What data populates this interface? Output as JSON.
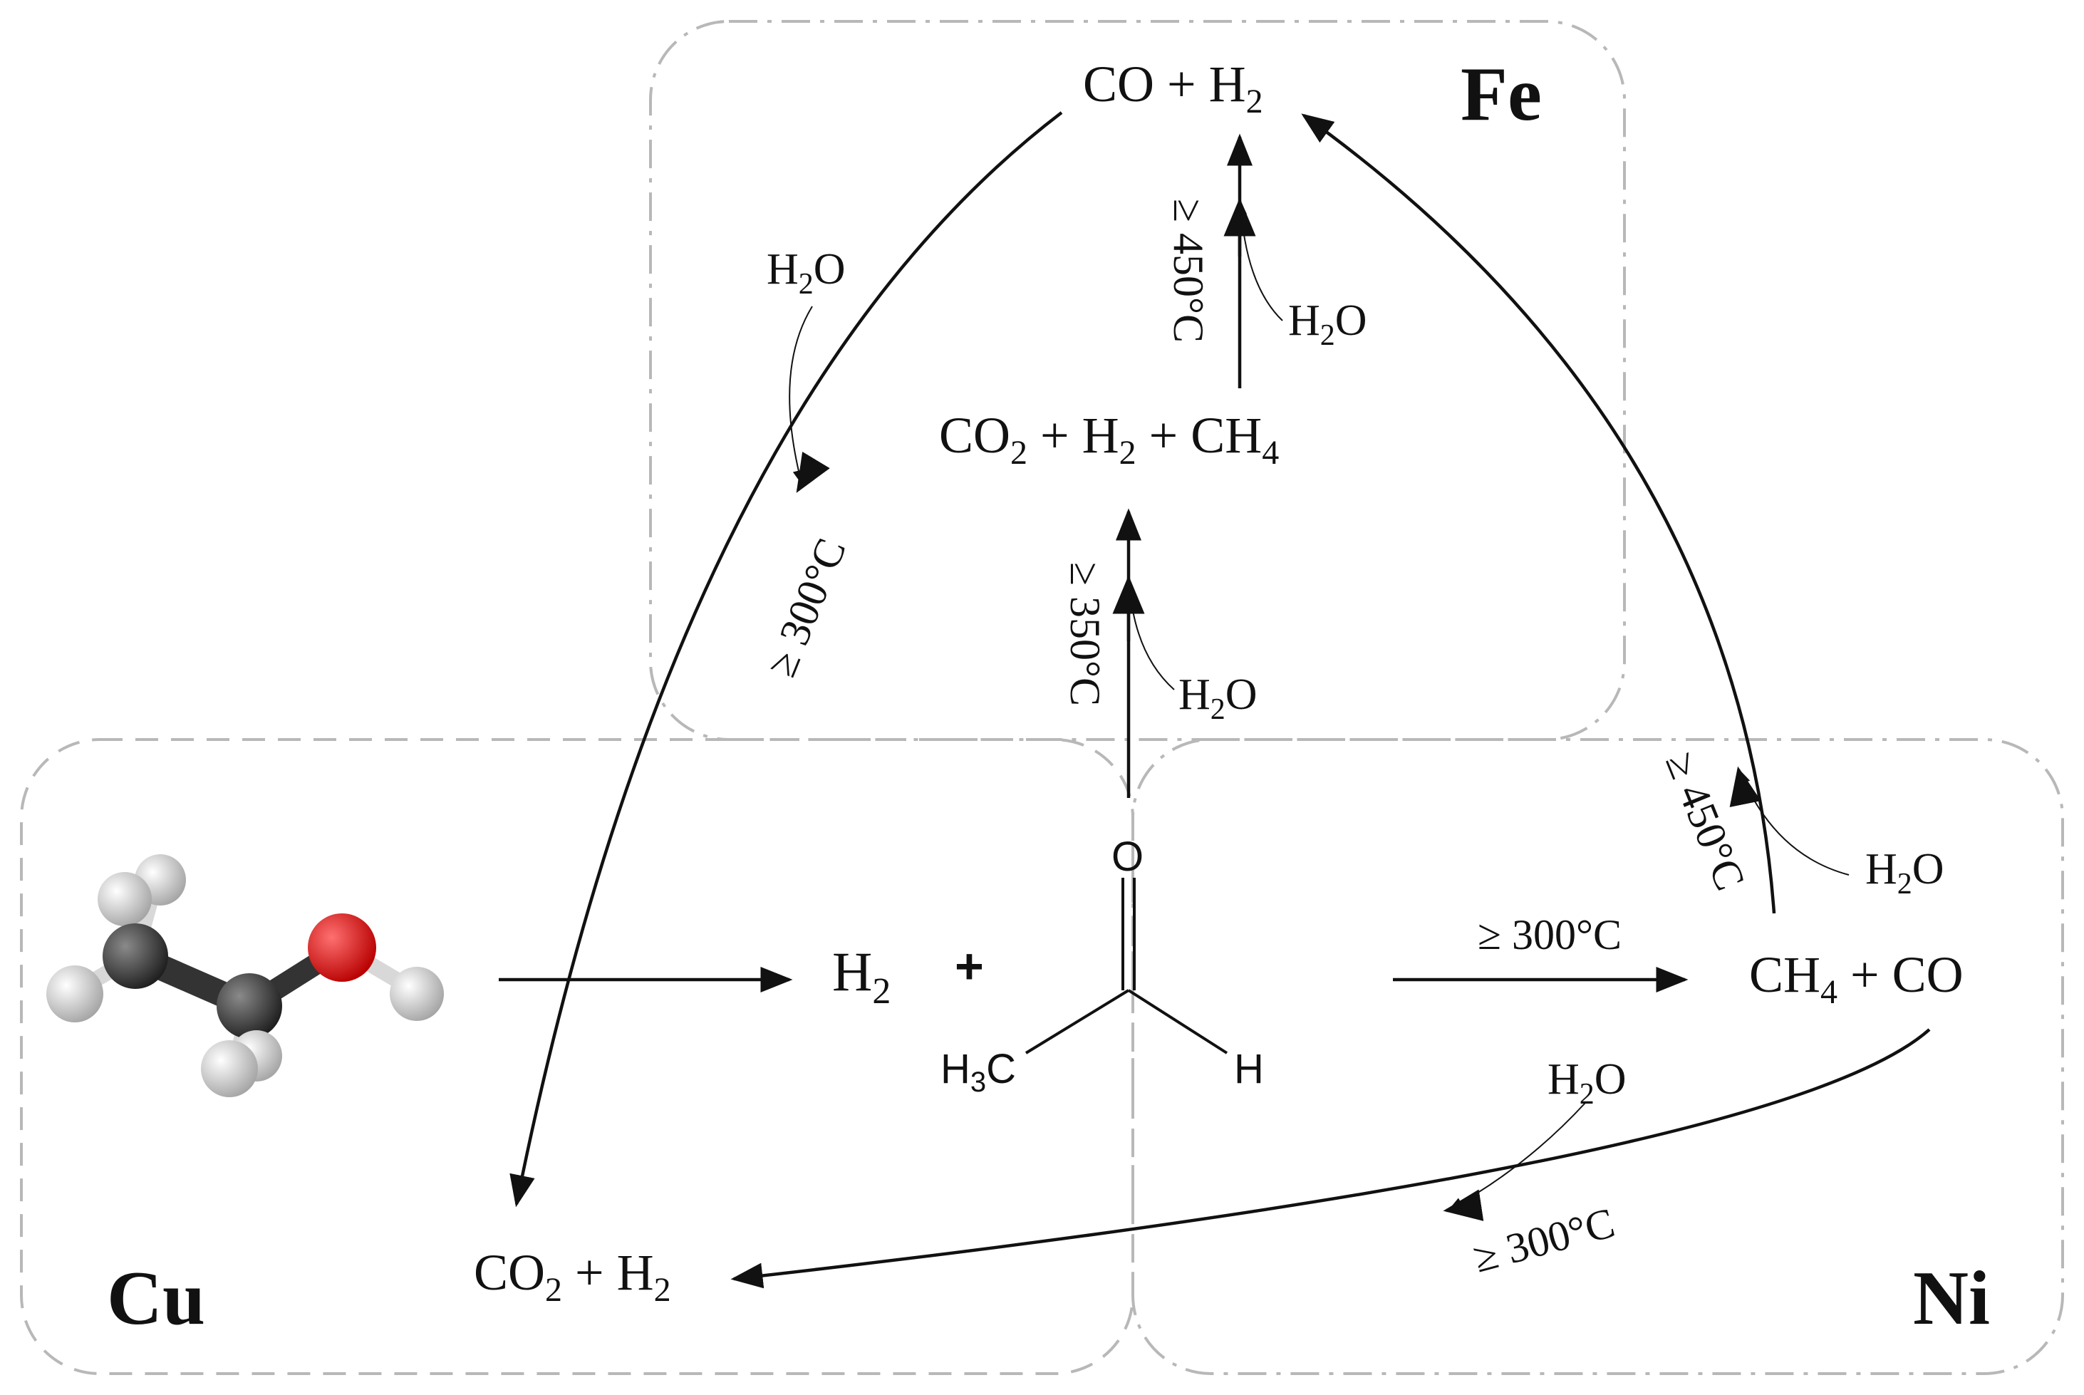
{
  "regions": {
    "fe": "Fe",
    "cu": "Cu",
    "ni": "Ni"
  },
  "species": {
    "co_h2_top": {
      "a": "CO + H",
      "s": "2"
    },
    "co2_h2_ch4": {
      "a": "CO",
      "s1": "2",
      "b": " + H",
      "s2": "2",
      "c": " + CH",
      "s3": "4"
    },
    "h2_main": {
      "a": "H",
      "s": "2"
    },
    "plus_main": "+",
    "ch4_co": {
      "a": "CH",
      "s": "4",
      "b": " + CO"
    },
    "co2_h2_bottom": {
      "a": "CO",
      "s1": "2",
      "b": " + H",
      "s2": "2"
    }
  },
  "acetaldehyde": {
    "o": "O",
    "h3c": {
      "a": "H",
      "s": "3",
      "b": "C"
    },
    "h": "H"
  },
  "water": {
    "a": "H",
    "s": "2",
    "b": "O"
  },
  "conditions": {
    "fe_vertical": "≥ 450°C",
    "center_vertical": "≥ 350°C",
    "left_curve": "≥ 300°C",
    "right_horizontal": "≥ 300°C",
    "right_curve": "≥ 450°C",
    "bottom_curve": "≥ 300°C"
  },
  "molecule": {
    "atoms": [
      "carbon",
      "carbon",
      "oxygen",
      "hydrogen"
    ]
  }
}
